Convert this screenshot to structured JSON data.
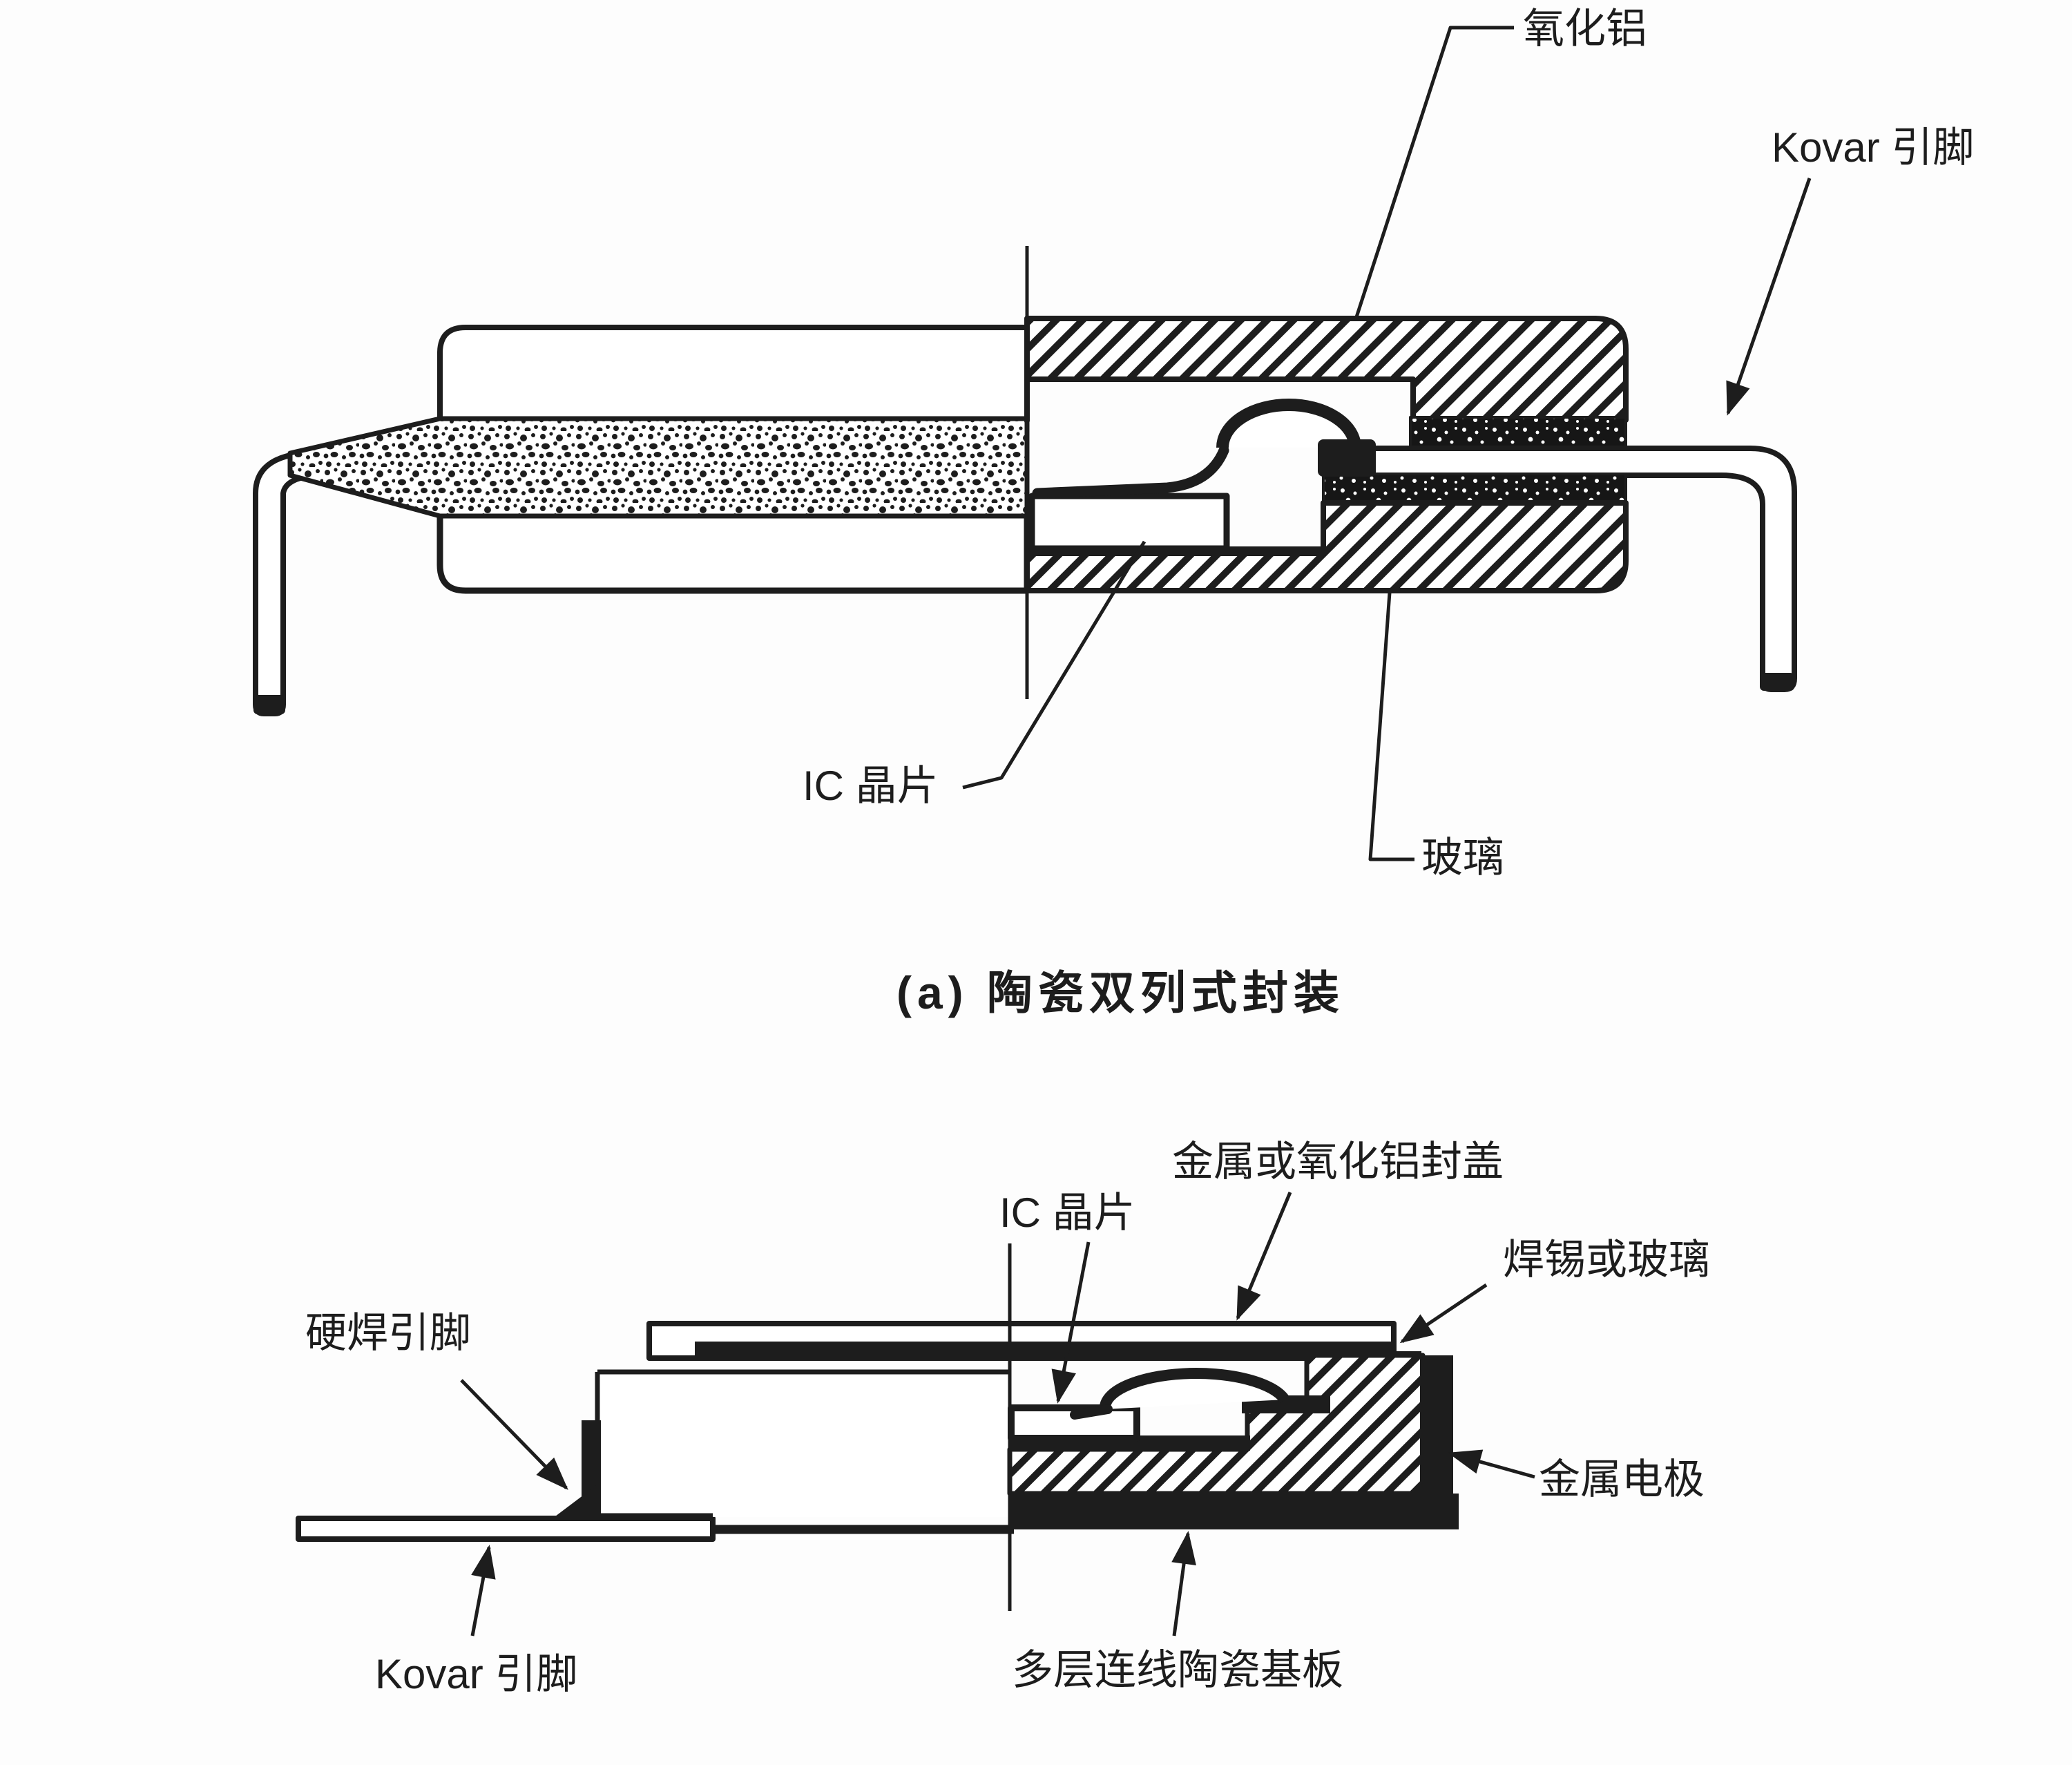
{
  "palette": {
    "ink": "#1d1d1d",
    "paper": "#fdfdfd"
  },
  "figure_a": {
    "caption": "(a) 陶瓷双列式封装",
    "labels": {
      "alumina": "氧化铝",
      "kovar_lead": "Kovar 引脚",
      "ic_chip": "IC 晶片",
      "glass": "玻璃"
    }
  },
  "figure_b": {
    "labels": {
      "ic_chip": "IC 晶片",
      "cap_lid": "金属或氧化铝封盖",
      "solder_or_glass": "焊锡或玻璃",
      "brazed_lead": "硬焊引脚",
      "metal_electrode": "金属电极",
      "kovar_lead": "Kovar 引脚",
      "substrate": "多层连线陶瓷基板"
    }
  }
}
